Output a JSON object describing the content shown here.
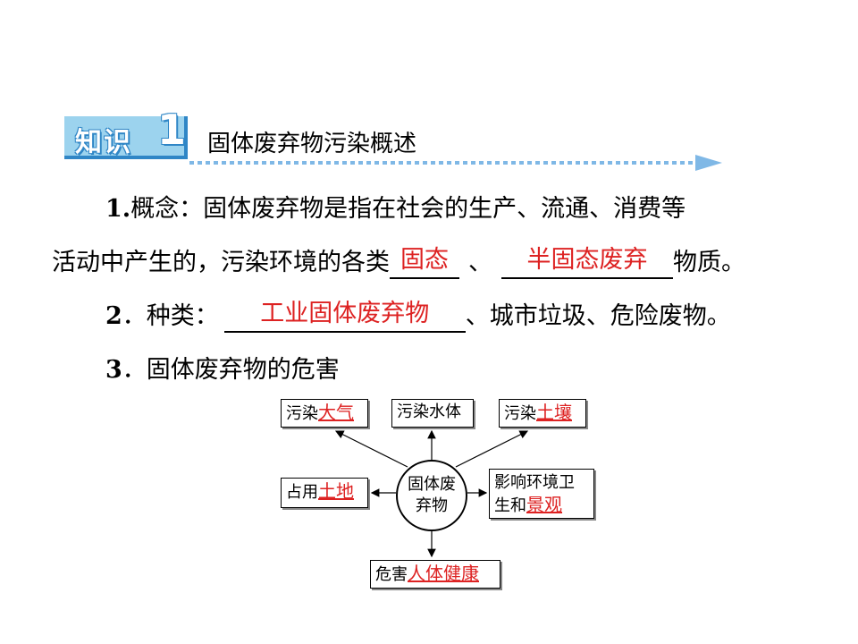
{
  "section": {
    "badge_label": "知识",
    "badge_number": "1",
    "heading": "固体废弃物污染概述"
  },
  "paragraph1": {
    "prefix": "1.",
    "line1": "概念：固体废弃物是指在社会的生产、流通、消费等",
    "line2_start": "活动中产生的，污染环境的各类",
    "blank1": "固态",
    "separator": "、",
    "blank2": "半固态废弃",
    "line2_end": "物质。"
  },
  "paragraph2": {
    "prefix": "2",
    "label": "．种类：",
    "blank": "工业固体废弃物",
    "rest": "、城市垃圾、危险废物。"
  },
  "paragraph3": {
    "prefix": "3",
    "label": "．固体废弃物的危害"
  },
  "diagram": {
    "center_line1": "固体废",
    "center_line2": "弃物",
    "air": {
      "prefix": "污染",
      "answer": "大气"
    },
    "water": {
      "text": "污染水体"
    },
    "soil": {
      "prefix": "污染",
      "answer": "土壤"
    },
    "land": {
      "prefix": "占用",
      "answer": "土地"
    },
    "sanitation": {
      "line1": "影响环境卫",
      "prefix": "生和",
      "answer": "景观"
    },
    "health": {
      "prefix": "危害",
      "answer": "人体健康"
    }
  },
  "colors": {
    "answer": "#dd2222",
    "badge_fill": "#9cd3ee",
    "badge_edge": "#2f86c6",
    "dotted_arrow": "#7fb8e6"
  }
}
